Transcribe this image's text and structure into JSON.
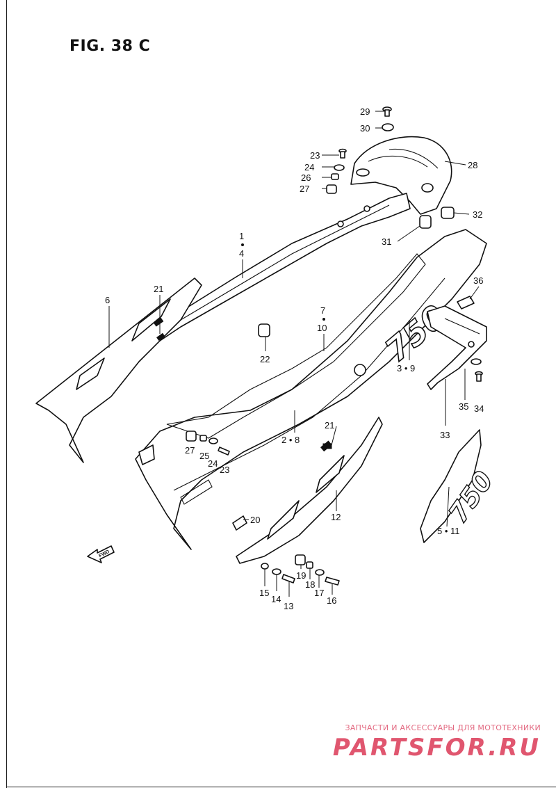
{
  "figure": {
    "title": "FIG. 38 C"
  },
  "orientation": {
    "fwd_label": "FWD"
  },
  "logo": {
    "emblem_text": "750"
  },
  "callouts": [
    {
      "id": "29",
      "label": "29"
    },
    {
      "id": "30",
      "label": "30"
    },
    {
      "id": "23a",
      "label": "23"
    },
    {
      "id": "24a",
      "label": "24"
    },
    {
      "id": "26",
      "label": "26"
    },
    {
      "id": "27a",
      "label": "27"
    },
    {
      "id": "28",
      "label": "28"
    },
    {
      "id": "32",
      "label": "32"
    },
    {
      "id": "31",
      "label": "31"
    },
    {
      "id": "1",
      "label": "1"
    },
    {
      "id": "4",
      "label": "4"
    },
    {
      "id": "36",
      "label": "36"
    },
    {
      "id": "21a",
      "label": "21"
    },
    {
      "id": "6",
      "label": "6"
    },
    {
      "id": "7",
      "label": "7"
    },
    {
      "id": "10",
      "label": "10"
    },
    {
      "id": "22",
      "label": "22"
    },
    {
      "id": "3-9",
      "label": "3 • 9"
    },
    {
      "id": "35",
      "label": "35"
    },
    {
      "id": "34",
      "label": "34"
    },
    {
      "id": "33",
      "label": "33"
    },
    {
      "id": "21b",
      "label": "21"
    },
    {
      "id": "2-8",
      "label": "2 • 8"
    },
    {
      "id": "27b",
      "label": "27"
    },
    {
      "id": "25",
      "label": "25"
    },
    {
      "id": "24b",
      "label": "24"
    },
    {
      "id": "23b",
      "label": "23"
    },
    {
      "id": "20",
      "label": "20"
    },
    {
      "id": "12",
      "label": "12"
    },
    {
      "id": "5-11",
      "label": "5 • 11"
    },
    {
      "id": "19",
      "label": "19"
    },
    {
      "id": "18",
      "label": "18"
    },
    {
      "id": "17",
      "label": "17"
    },
    {
      "id": "15",
      "label": "15"
    },
    {
      "id": "14",
      "label": "14"
    },
    {
      "id": "13",
      "label": "13"
    },
    {
      "id": "16",
      "label": "16"
    }
  ],
  "watermark": {
    "tagline": "ЗАПЧАСТИ И АКСЕССУАРЫ ДЛЯ МОТОТЕХНИКИ",
    "brand": "PARTSFOR.RU",
    "color": "#e0566f"
  }
}
